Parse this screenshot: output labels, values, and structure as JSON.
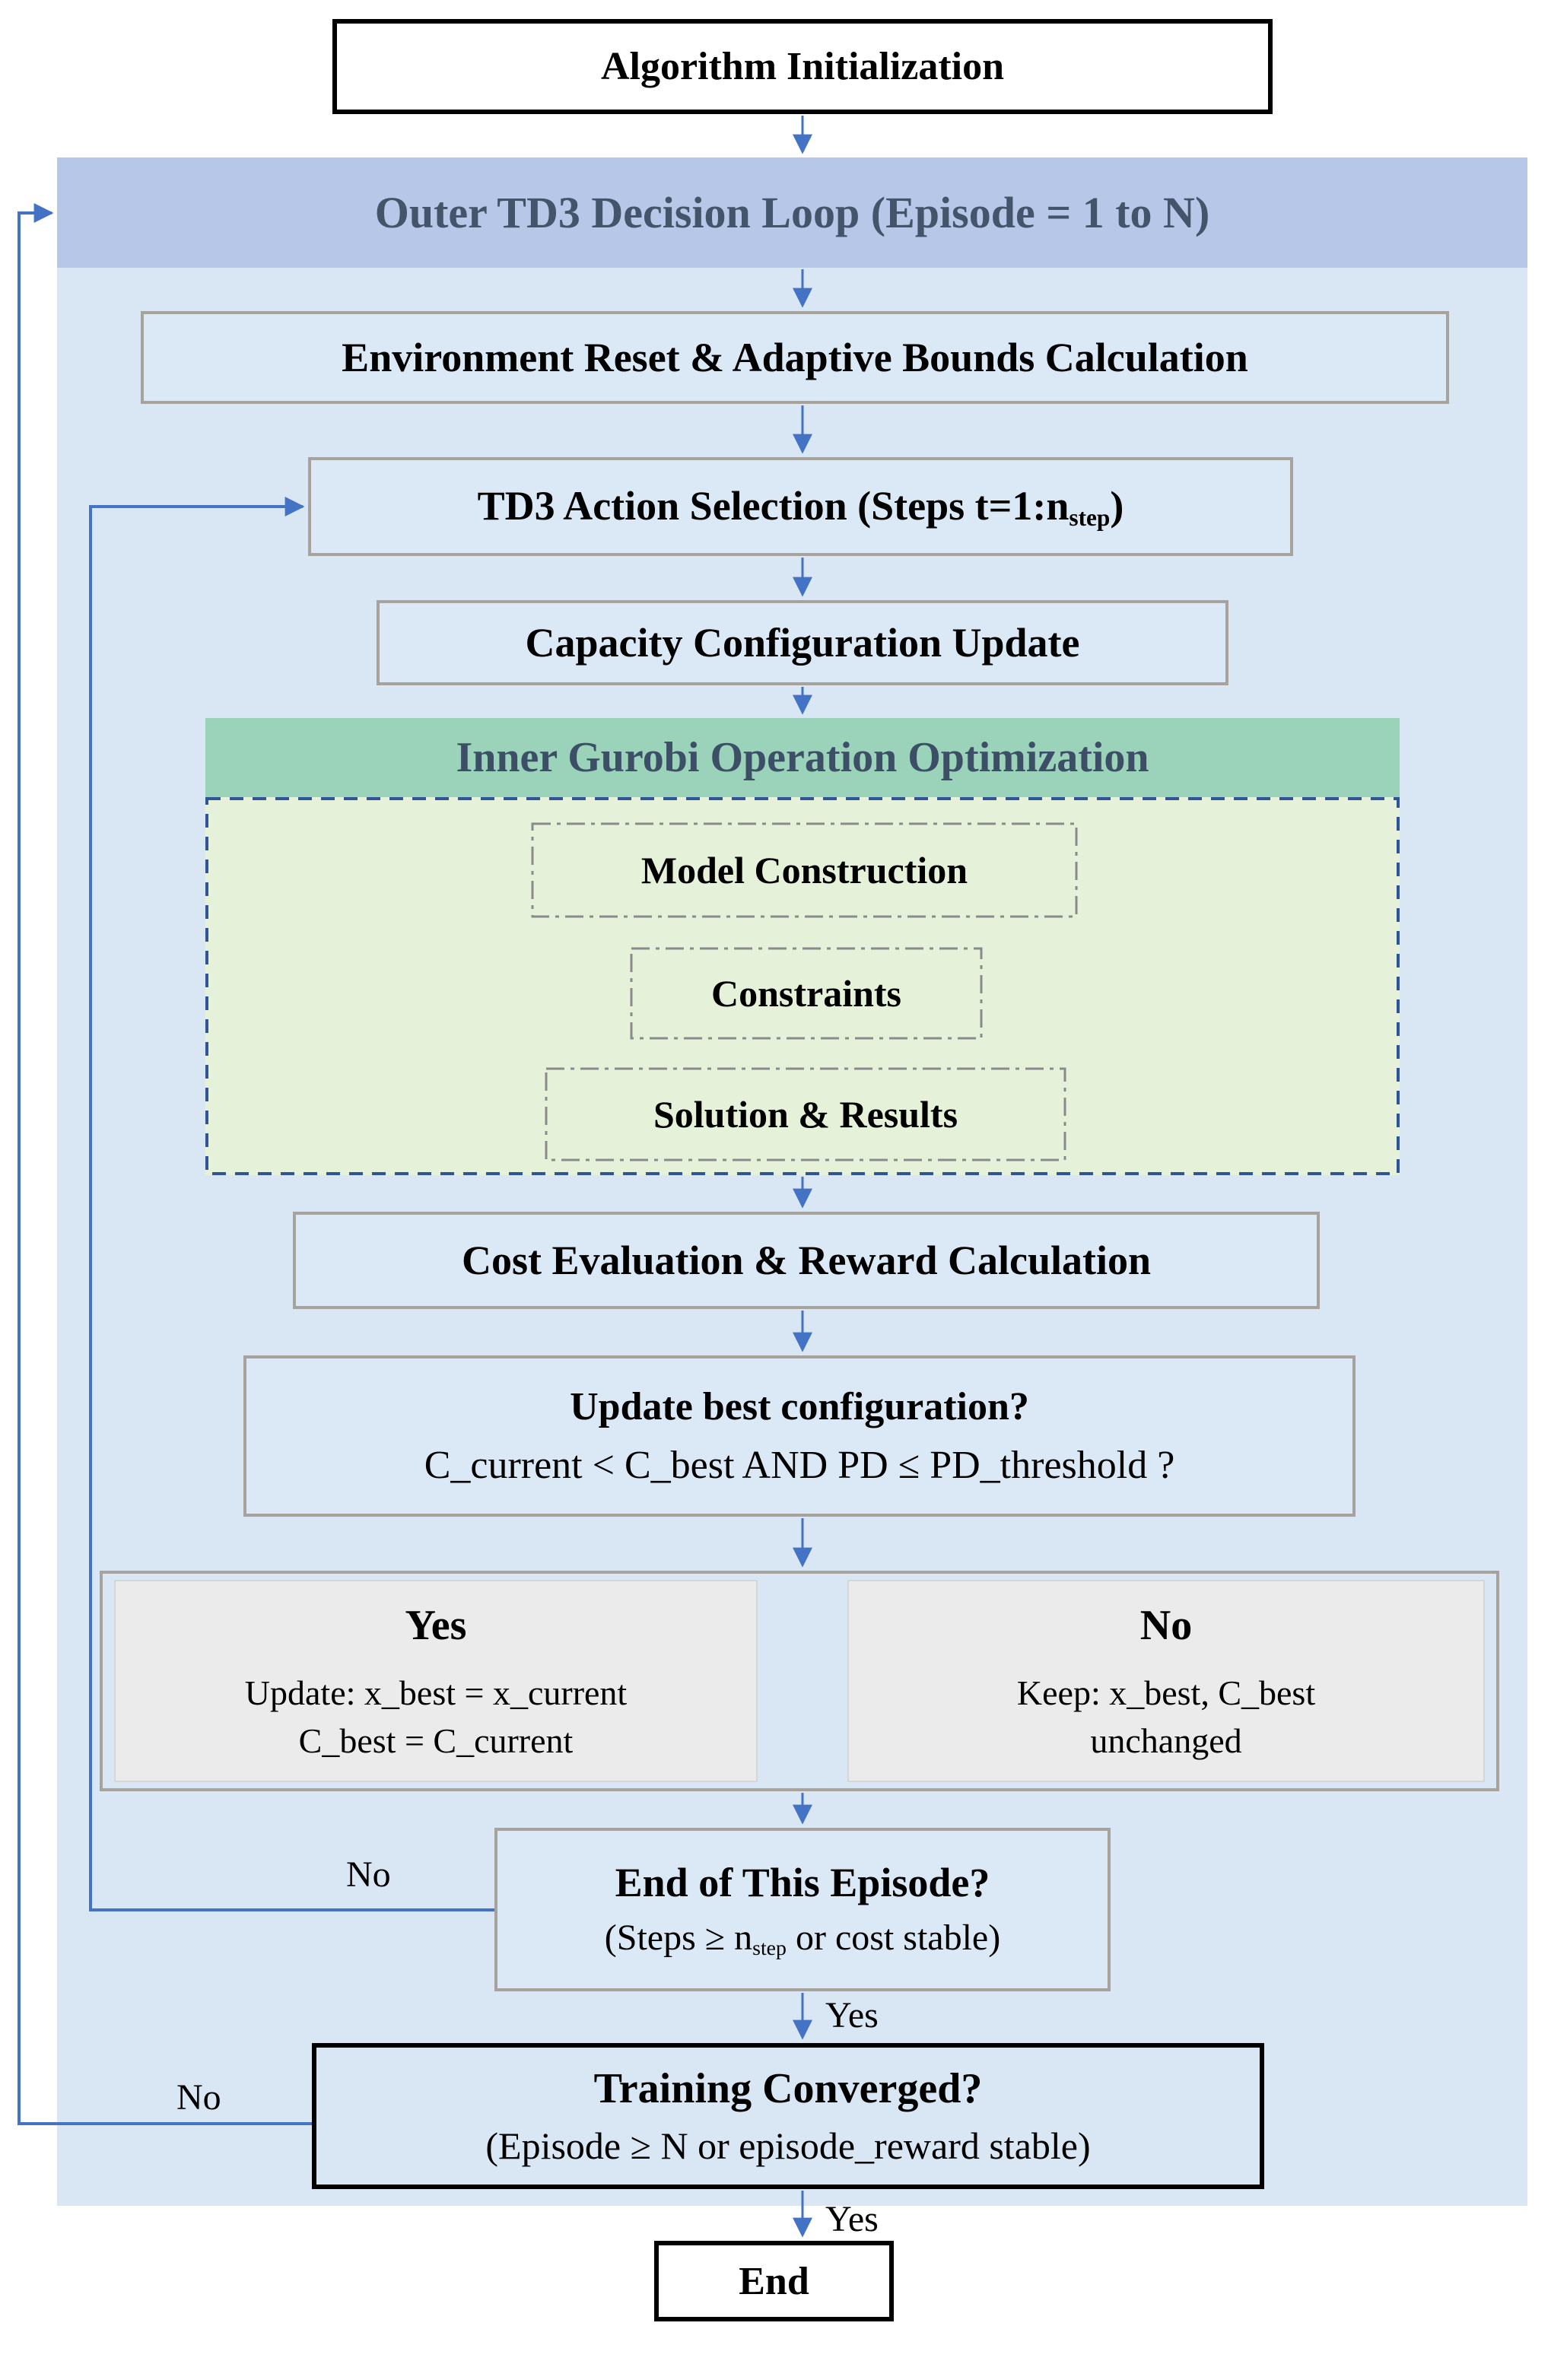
{
  "diagram": {
    "start": {
      "label": "Algorithm Initialization"
    },
    "outer_loop": {
      "title": "Outer TD3 Decision Loop (Episode = 1 to N)"
    },
    "steps": {
      "env_reset": "Environment Reset & Adaptive Bounds Calculation",
      "td3_action": {
        "pre": "TD3 Action Selection (Steps t=1:n",
        "sub": "step",
        "post": ")"
      },
      "capacity": "Capacity Configuration Update"
    },
    "inner_block": {
      "title": "Inner Gurobi Operation Optimization",
      "boxes": [
        "Model Construction",
        "Constraints",
        "Solution & Results"
      ]
    },
    "cost_eval": "Cost Evaluation & Reward Calculation",
    "decision_update": {
      "line1": "Update best configuration?",
      "line2": "C_current < C_best AND PD ≤ PD_threshold ?"
    },
    "yes_branch": {
      "title": "Yes",
      "line1": "Update: x_best = x_current",
      "line2": "C_best = C_current"
    },
    "no_branch": {
      "title": "No",
      "line1": "Keep: x_best, C_best",
      "line2": "unchanged"
    },
    "end_episode": {
      "line1": "End of This Episode?",
      "line2_pre": "(Steps ≥ n",
      "line2_sub": "step",
      "line2_post": " or cost stable)"
    },
    "training": {
      "line1": "Training Converged?",
      "line2": "(Episode ≥ N or episode_reward stable)"
    },
    "end": {
      "label": "End"
    },
    "edge_labels": {
      "no_episode": "No",
      "yes_episode": "Yes",
      "no_training": "No",
      "yes_training": "Yes"
    },
    "colors": {
      "arrow": "#4472c4",
      "container_fill": "#d9e6f4",
      "outer_header_fill": "#b7c7e8",
      "inner_header_fill": "#9bd3ba",
      "inner_area_fill": "#e6f1da",
      "dashed_border": "#2f5597",
      "box_border": "#a8a29c",
      "panel_fill": "#ebebeb",
      "header_text": "#44546a"
    }
  }
}
